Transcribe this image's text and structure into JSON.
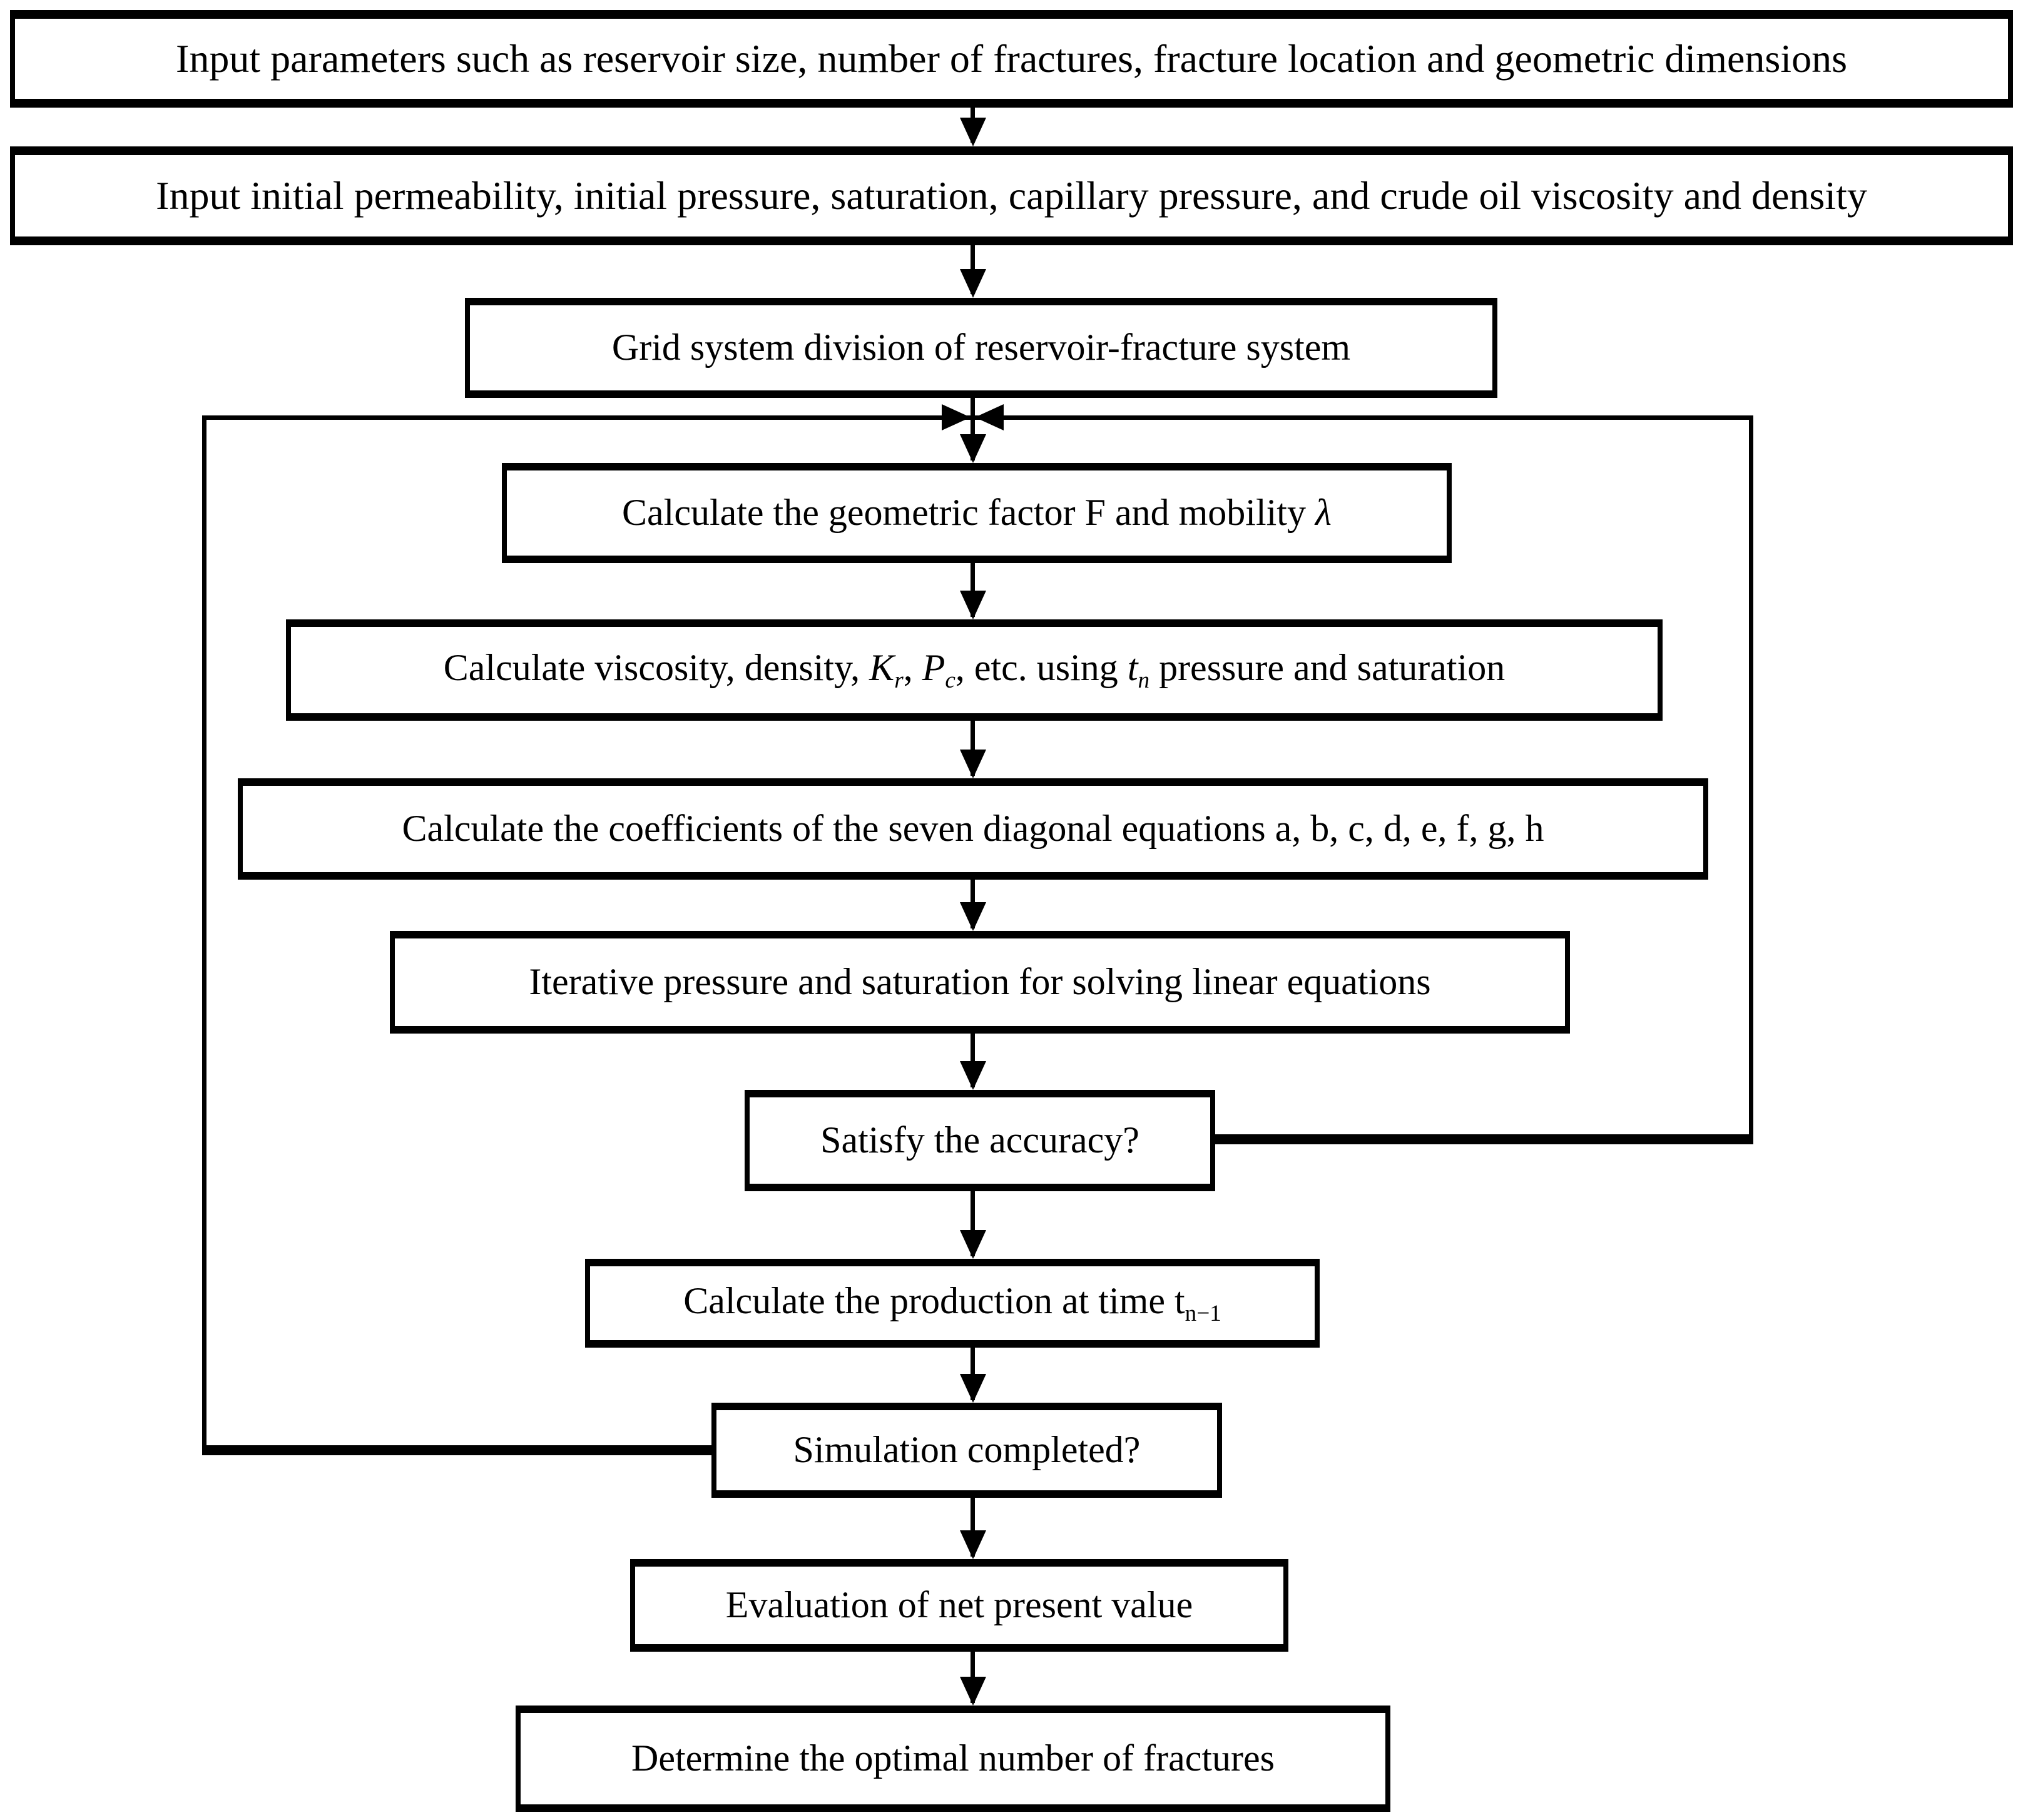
{
  "figure": {
    "type": "flowchart",
    "description": "Numerical simulation workflow for reservoir-fracture system and fracture optimization",
    "background_color": "#ffffff",
    "line_color": "#000000",
    "text_color": "#000000"
  },
  "nodes": [
    {
      "id": "input-parameters",
      "label": "Input parameters such as reservoir size, number of fractures, fracture location and geometric dimensions"
    },
    {
      "id": "input-initial-properties",
      "label": "Input initial permeability, initial pressure, saturation, capillary pressure, and crude oil viscosity and density"
    },
    {
      "id": "grid-division",
      "label": "Grid system division of reservoir-fracture system"
    },
    {
      "id": "calc-geometric-factor",
      "label": "Calculate the geometric factor F and mobility λ",
      "parts": [
        {
          "text": "Calculate the geometric factor F and mobility "
        },
        {
          "text": "λ",
          "italic": true
        }
      ]
    },
    {
      "id": "calc-viscosity",
      "label": "Calculate viscosity, density, Kr, Pc, etc. using tn pressure and saturation",
      "parts": [
        {
          "text": "Calculate viscosity, density, "
        },
        {
          "text": "K",
          "italic": true
        },
        {
          "text": "r",
          "italic": true,
          "sub": true
        },
        {
          "text": ", "
        },
        {
          "text": "P",
          "italic": true
        },
        {
          "text": "c",
          "italic": true,
          "sub": true
        },
        {
          "text": ", etc. using "
        },
        {
          "text": "t",
          "italic": true
        },
        {
          "text": "n",
          "italic": true,
          "sub": true
        },
        {
          "text": " pressure and saturation"
        }
      ]
    },
    {
      "id": "calc-coefficients",
      "label": "Calculate the coefficients of the seven diagonal equations a, b, c, d, e, f, g, h"
    },
    {
      "id": "iterative-solver",
      "label": "Iterative pressure and saturation for solving linear equations"
    },
    {
      "id": "satisfy-accuracy",
      "label": "Satisfy the accuracy?"
    },
    {
      "id": "calc-production",
      "label": "Calculate the production at time tn−1",
      "parts": [
        {
          "text": "Calculate the production at time t"
        },
        {
          "text": "n−1",
          "sub": true
        }
      ]
    },
    {
      "id": "simulation-completed",
      "label": "Simulation completed?"
    },
    {
      "id": "evaluate-npv",
      "label": "Evaluation of net present value"
    },
    {
      "id": "determine-optimal-fractures",
      "label": "Determine the optimal number of fractures"
    }
  ],
  "edges": [
    {
      "from": "input-parameters",
      "to": "input-initial-properties",
      "type": "arrow"
    },
    {
      "from": "input-initial-properties",
      "to": "grid-division",
      "type": "arrow"
    },
    {
      "from": "grid-division",
      "to": "calc-geometric-factor",
      "type": "arrow"
    },
    {
      "from": "calc-geometric-factor",
      "to": "calc-viscosity",
      "type": "arrow"
    },
    {
      "from": "calc-viscosity",
      "to": "calc-coefficients",
      "type": "arrow"
    },
    {
      "from": "calc-coefficients",
      "to": "iterative-solver",
      "type": "arrow"
    },
    {
      "from": "iterative-solver",
      "to": "satisfy-accuracy",
      "type": "arrow"
    },
    {
      "from": "satisfy-accuracy",
      "to": "calc-production",
      "type": "arrow"
    },
    {
      "from": "calc-production",
      "to": "simulation-completed",
      "type": "arrow"
    },
    {
      "from": "simulation-completed",
      "to": "evaluate-npv",
      "type": "arrow"
    },
    {
      "from": "evaluate-npv",
      "to": "determine-optimal-fractures",
      "type": "arrow"
    },
    {
      "from": "satisfy-accuracy",
      "to": "calc-geometric-factor",
      "type": "feedback-loop-right"
    },
    {
      "from": "simulation-completed",
      "to": "calc-geometric-factor",
      "type": "feedback-loop-left"
    }
  ]
}
